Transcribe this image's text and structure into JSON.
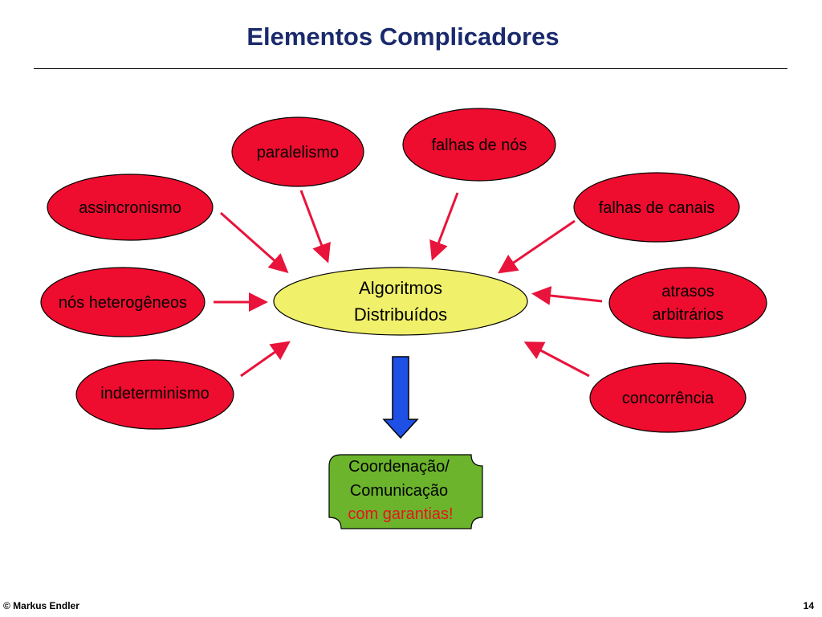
{
  "slide": {
    "title": "Elementos Complicadores",
    "footer_author": "© Markus Endler",
    "page_number": "14"
  },
  "colors": {
    "title": "#1a2a6c",
    "problem_fill": "#ee0d2f",
    "center_fill": "#f0f06a",
    "result_fill": "#6bb42c",
    "arrow": "#e8143c",
    "down_arrow": "#1e50e6",
    "highlight_text": "#e8141e"
  },
  "diagram": {
    "center": {
      "line1": "Algoritmos",
      "line2": "Distribuídos"
    },
    "problems": {
      "paralelismo": "paralelismo",
      "falhas_nos": "falhas de nós",
      "assincronismo": "assincronismo",
      "falhas_canais": "falhas de canais",
      "nos_heterogeneos": "nós heterogêneos",
      "atrasos_line1": "atrasos",
      "atrasos_line2": "arbitrários",
      "indeterminismo": "indeterminismo",
      "concorrencia": "concorrência"
    },
    "result": {
      "line1": "Coordenação/",
      "line2": "Comunicação",
      "line3": "com garantias!"
    }
  }
}
